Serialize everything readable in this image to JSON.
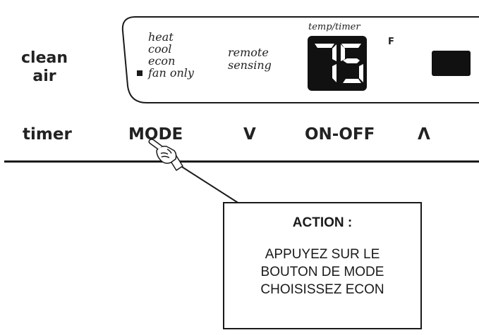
{
  "panel": {
    "left_label": [
      "clean",
      "air"
    ],
    "modes": [
      "heat",
      "cool",
      "econ",
      "fan only"
    ],
    "selected_mode": "fan only",
    "remote_label": [
      "remote",
      "sensing"
    ],
    "temp_label": "temp/timer",
    "display_value": "75",
    "unit": "F"
  },
  "buttons": {
    "timer": "timer",
    "mode": "MODE",
    "down": "V",
    "on_off": "ON-OFF",
    "up": "Λ"
  },
  "callout": {
    "title": "ACTION :",
    "lines": [
      "APPUYEZ SUR LE",
      "BOUTON DE MODE",
      "CHOISISSEZ ECON"
    ]
  },
  "icons": {
    "pointer": "pointing-hand-icon"
  }
}
